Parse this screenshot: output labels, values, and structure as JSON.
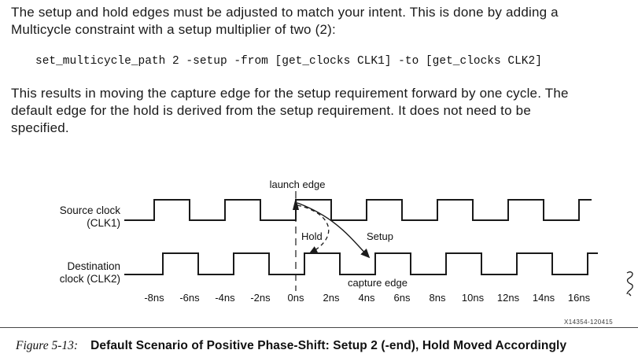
{
  "paragraph1": {
    "lines": [
      "The setup and hold edges must be adjusted to match your intent. This is done by adding a",
      "Multicycle constraint with a setup multiplier of two (2):"
    ]
  },
  "code": "set_multicycle_path 2 -setup -from [get_clocks CLK1] -to [get_clocks CLK2]",
  "paragraph2": {
    "lines": [
      "This results in moving the capture edge for the setup requirement forward by one cycle. The",
      "default edge for the hold is derived from the setup requirement. It does not need to be",
      "specified."
    ]
  },
  "figure": {
    "labels": {
      "launch_edge": "launch edge",
      "source_clock_line1": "Source clock",
      "source_clock_line2": "(CLK1)",
      "hold": "Hold",
      "setup": "Setup",
      "destination_line1": "Destination",
      "destination_line2": "clock (CLK2)",
      "capture_edge": "capture edge"
    },
    "axis_ticks": [
      "-8ns",
      "-6ns",
      "-4ns",
      "-2ns",
      "0ns",
      "2ns",
      "4ns",
      "6ns",
      "8ns",
      "10ns",
      "12ns",
      "14ns",
      "16ns"
    ],
    "waveforms": {
      "source_clock": {
        "label": "Source clock (CLK1)",
        "period_ns": 4,
        "high_ns": 2,
        "rising_edges_ns": [
          -8,
          -4,
          0,
          4,
          8,
          12,
          16
        ]
      },
      "destination_clock": {
        "label": "Destination clock (CLK2)",
        "period_ns": 4,
        "high_ns": 2,
        "phase_shift_ns": 0.5,
        "rising_edges_ns": [
          -7.5,
          -3.5,
          0.5,
          4.5,
          8.5,
          12.5,
          16.5
        ]
      },
      "launch_edge_ns": 0,
      "hold_edge_ns": 0.5,
      "capture_edge_ns": 4.5
    },
    "image_id": "X14354-120415",
    "line_color": "#1a1a1a"
  },
  "caption": {
    "figure_label": "Figure 5-13:",
    "title": "Default Scenario of Positive Phase-Shift: Setup 2 (-end), Hold Moved Accordingly"
  }
}
